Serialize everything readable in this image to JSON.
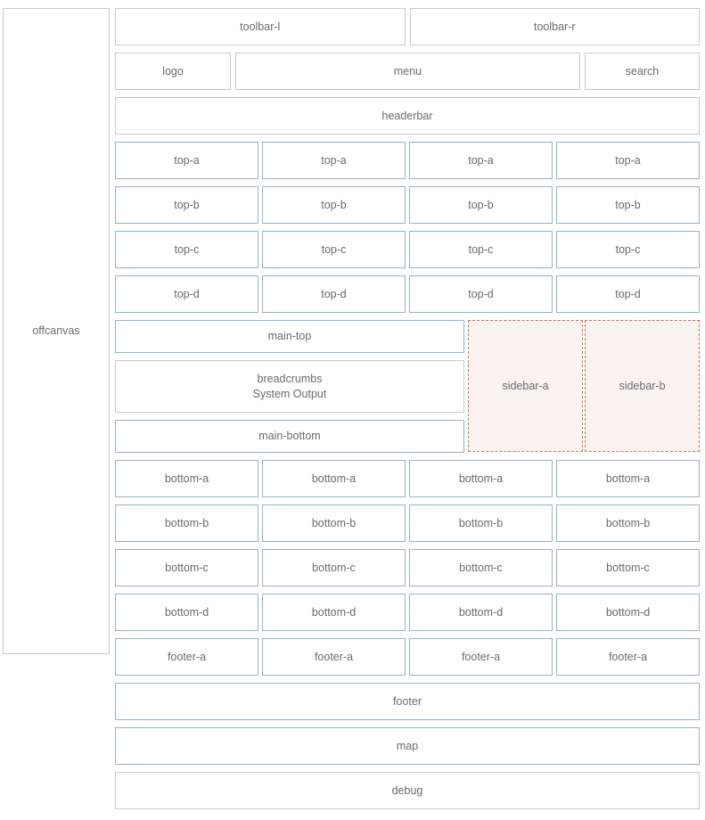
{
  "colors": {
    "border_blue": "#91b4cc",
    "border_grey": "#c9c9c9",
    "border_dashed": "#c07b5e",
    "sidebar_fill": "#fbf3ef",
    "text": "#6a6a72",
    "background": "#ffffff"
  },
  "offcanvas": {
    "label": "offcanvas"
  },
  "toolbar": {
    "left_label": "toolbar-l",
    "right_label": "toolbar-r"
  },
  "brand": {
    "logo_label": "logo",
    "menu_label": "menu",
    "search_label": "search"
  },
  "headerbar": {
    "label": "headerbar"
  },
  "top_grid": {
    "rows": [
      {
        "key": "top-a",
        "cells": [
          "top-a",
          "top-a",
          "top-a",
          "top-a"
        ]
      },
      {
        "key": "top-b",
        "cells": [
          "top-b",
          "top-b",
          "top-b",
          "top-b"
        ]
      },
      {
        "key": "top-c",
        "cells": [
          "top-c",
          "top-c",
          "top-c",
          "top-c"
        ]
      },
      {
        "key": "top-d",
        "cells": [
          "top-d",
          "top-d",
          "top-d",
          "top-d"
        ]
      }
    ]
  },
  "middle": {
    "main_top_label": "main-top",
    "content_label": "breadcrumbs\nSystem Output",
    "main_bottom_label": "main-bottom",
    "sidebar_a_label": "sidebar-a",
    "sidebar_b_label": "sidebar-b"
  },
  "bottom_grid": {
    "rows": [
      {
        "key": "bottom-a",
        "cells": [
          "bottom-a",
          "bottom-a",
          "bottom-a",
          "bottom-a"
        ]
      },
      {
        "key": "bottom-b",
        "cells": [
          "bottom-b",
          "bottom-b",
          "bottom-b",
          "bottom-b"
        ]
      },
      {
        "key": "bottom-c",
        "cells": [
          "bottom-c",
          "bottom-c",
          "bottom-c",
          "bottom-c"
        ]
      },
      {
        "key": "bottom-d",
        "cells": [
          "bottom-d",
          "bottom-d",
          "bottom-d",
          "bottom-d"
        ]
      },
      {
        "key": "footer-a",
        "cells": [
          "footer-a",
          "footer-a",
          "footer-a",
          "footer-a"
        ]
      }
    ]
  },
  "footer": {
    "label": "footer"
  },
  "map": {
    "label": "map"
  },
  "debug": {
    "label": "debug"
  }
}
